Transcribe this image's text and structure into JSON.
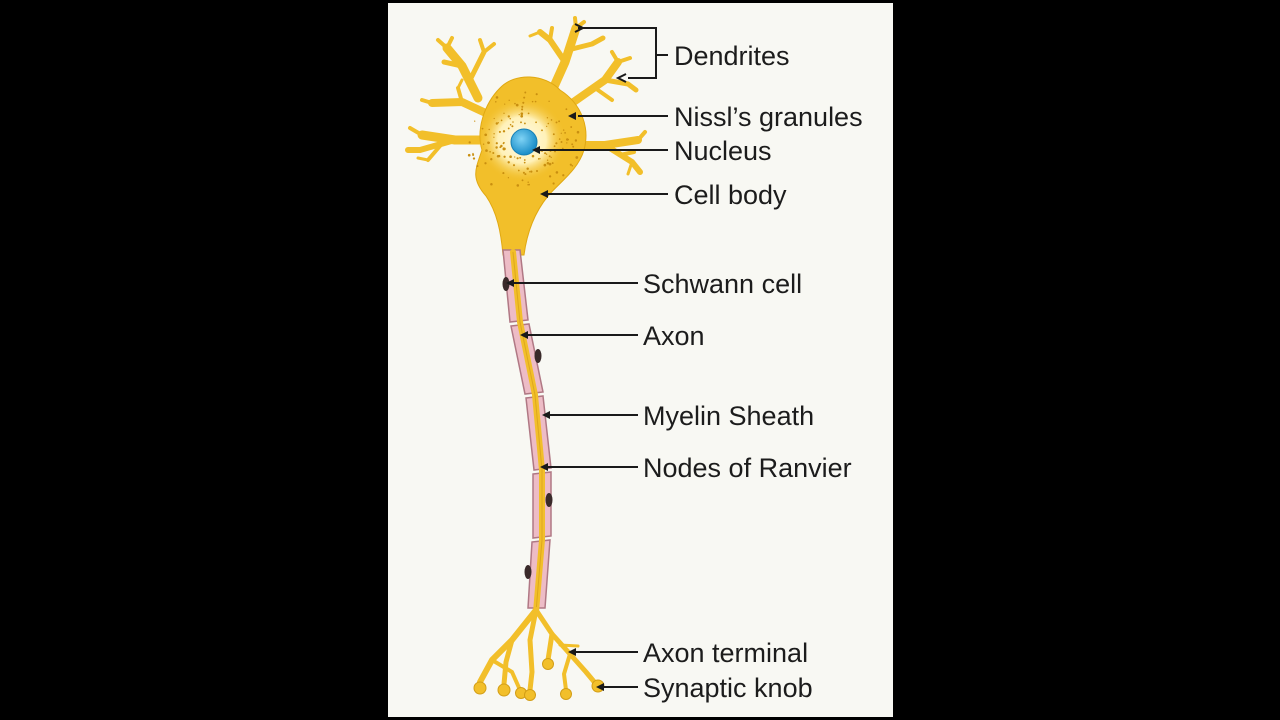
{
  "colors": {
    "page_background": "#000000",
    "panel": "#f8f8f3",
    "neuron_fill": "#f2bf2a",
    "neuron_outline": "#c98f10",
    "cell_glow": "#fff6cf",
    "nucleus": "#2aa7e0",
    "myelin_fill": "#edbcc6",
    "myelin_outline": "#b07884",
    "schwann_nucleus": "#3a2a2a",
    "leader_line": "#1a1a1a",
    "label_text": "#1c1c1c"
  },
  "labels": {
    "dendrites": "Dendrites",
    "nissl_granules": "Nissl’s granules",
    "nucleus": "Nucleus",
    "cell_body": "Cell body",
    "schwann_cell": "Schwann cell",
    "axon": "Axon",
    "myelin_sheath": "Myelin Sheath",
    "nodes_of_ranvier": "Nodes of Ranvier",
    "axon_terminal": "Axon terminal",
    "synaptic_knob": "Synaptic knob"
  }
}
